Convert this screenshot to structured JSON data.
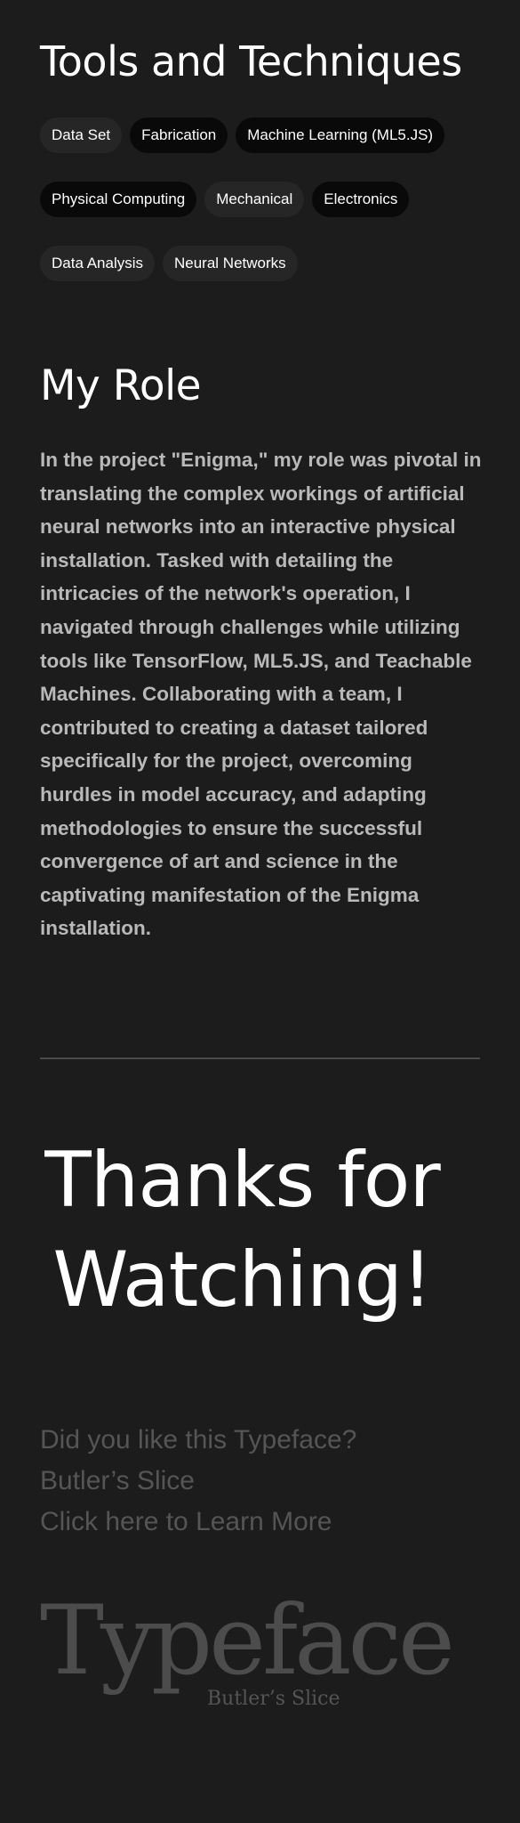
{
  "tools": {
    "title": "Tools and Techniques",
    "tags": [
      {
        "label": "Data Set",
        "style": "light"
      },
      {
        "label": "Fabrication",
        "style": "dark"
      },
      {
        "label": "Machine Learning (ML5.JS)",
        "style": "dark"
      },
      {
        "label": "Physical Computing",
        "style": "dark"
      },
      {
        "label": "Mechanical",
        "style": "light"
      },
      {
        "label": "Electronics",
        "style": "dark"
      },
      {
        "label": "Data Analysis",
        "style": "light"
      },
      {
        "label": "Neural Networks",
        "style": "light"
      }
    ]
  },
  "role": {
    "title": "My Role",
    "text": "In the project \"Enigma,\" my role was pivotal in translating the complex workings of artificial neural networks into an interactive physical installation. Tasked with detailing the intricacies of the network's operation, I navigated through challenges while utilizing tools like TensorFlow, ML5.JS, and Teachable Machines. Collaborating with a team, I contributed to creating a dataset tailored specifically for the project, overcoming hurdles in model accuracy, and adapting methodologies to ensure the successful convergence of art and science in the captivating manifestation of the Enigma installation."
  },
  "closing": {
    "heading": "Thanks for Watching!"
  },
  "typeface_promo": {
    "question": "Did you like this Typeface?",
    "name": "Butler’s Slice",
    "cta": "Click here to Learn More"
  },
  "logo": {
    "word": "Typeface",
    "subtitle": "Butler’s Slice"
  },
  "colors": {
    "background": "#1c1c1c",
    "tag_light": "#262626",
    "tag_dark": "#090909",
    "body_text": "#b9b9b9",
    "muted_text": "#555555"
  }
}
